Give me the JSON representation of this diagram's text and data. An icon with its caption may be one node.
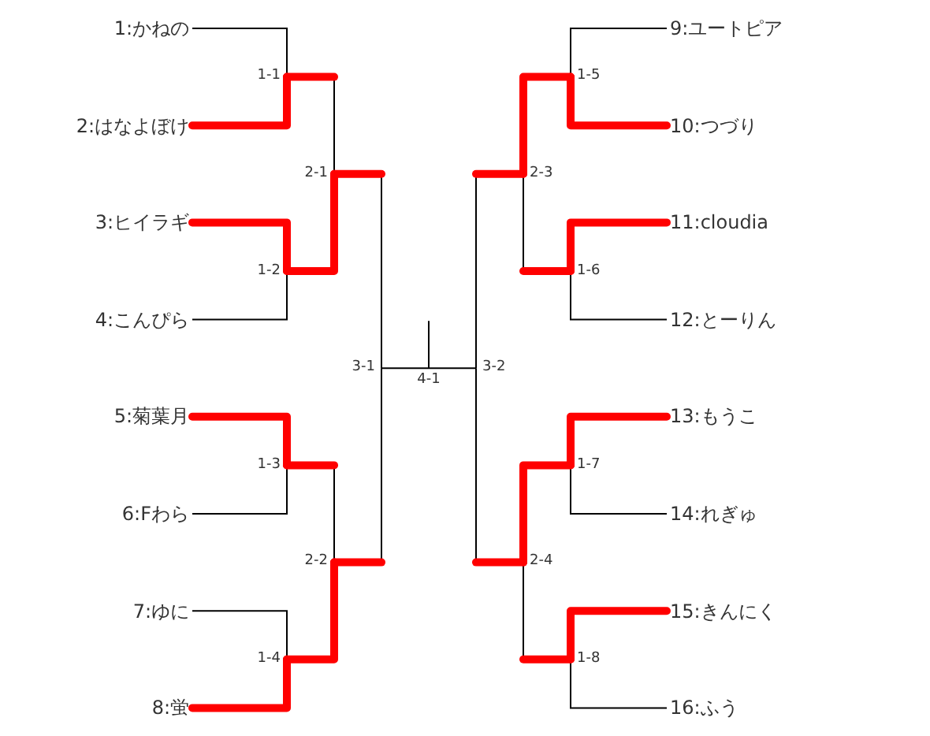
{
  "diagram": {
    "nodes": [
      {
        "text": [
          "1:かねの"
        ]
      },
      {
        "text": [
          "2:はなよぼけ"
        ]
      },
      {
        "text": [
          "3:ヒイラギ"
        ]
      },
      {
        "text": [
          "4:こんぴら"
        ]
      },
      {
        "text": [
          "5:菊葉月"
        ]
      },
      {
        "text": [
          "6:Fわら"
        ]
      },
      {
        "text": [
          "7:ゆに"
        ]
      },
      {
        "text": [
          "8:蛍"
        ]
      },
      {
        "text": [
          "9:ユートピア"
        ]
      },
      {
        "text": [
          "10:つづり"
        ]
      },
      {
        "text": [
          "11:cloudia"
        ]
      },
      {
        "text": [
          "12:とーりん"
        ]
      },
      {
        "text": [
          "13:もうこ"
        ]
      },
      {
        "text": [
          "14:れぎゅ"
        ]
      },
      {
        "text": [
          "15:きんにく"
        ]
      },
      {
        "text": [
          "16:ふう"
        ]
      },
      {
        "text": [
          "1-1"
        ]
      },
      {
        "text": [
          "1-2"
        ]
      },
      {
        "text": [
          "1-3"
        ]
      },
      {
        "text": [
          "1-4"
        ]
      },
      {
        "text": [
          "1-5"
        ]
      },
      {
        "text": [
          "1-6"
        ]
      },
      {
        "text": [
          "1-7"
        ]
      },
      {
        "text": [
          "1-8"
        ]
      },
      {
        "text": [
          "2-1"
        ]
      },
      {
        "text": [
          "2-2"
        ]
      },
      {
        "text": [
          "2-3"
        ]
      },
      {
        "text": [
          "2-4"
        ]
      },
      {
        "text": [
          "3-1"
        ]
      },
      {
        "text": [
          "3-2"
        ]
      },
      {
        "text": [
          "4-1"
        ]
      }
    ],
    "edges": [
      {
        "from": 0,
        "to": 16,
        "arrow": "none"
      },
      {
        "from": 1,
        "to": 16,
        "arrow": "none",
        "style": "thick",
        "color": "#ff0000"
      },
      {
        "from": 2,
        "to": 17,
        "arrow": "none",
        "style": "thick",
        "color": "#ff0000"
      },
      {
        "from": 3,
        "to": 17,
        "arrow": "none"
      },
      {
        "from": 4,
        "to": 18,
        "arrow": "none",
        "style": "thick",
        "color": "#ff0000"
      },
      {
        "from": 5,
        "to": 18,
        "arrow": "none"
      },
      {
        "from": 6,
        "to": 19,
        "arrow": "none"
      },
      {
        "from": 7,
        "to": 19,
        "arrow": "none",
        "style": "thick",
        "color": "#ff0000"
      },
      {
        "from": 8,
        "to": 20,
        "arrow": "none"
      },
      {
        "from": 9,
        "to": 20,
        "arrow": "none",
        "style": "thick",
        "color": "#ff0000"
      },
      {
        "from": 10,
        "to": 21,
        "arrow": "none",
        "style": "thick",
        "color": "#ff0000"
      },
      {
        "from": 11,
        "to": 21,
        "arrow": "none"
      },
      {
        "from": 12,
        "to": 22,
        "arrow": "none",
        "style": "thick",
        "color": "#ff0000"
      },
      {
        "from": 13,
        "to": 22,
        "arrow": "none"
      },
      {
        "from": 14,
        "to": 23,
        "arrow": "none",
        "style": "thick",
        "color": "#ff0000"
      },
      {
        "from": 15,
        "to": 23,
        "arrow": "none"
      },
      {
        "from": 16,
        "to": 24,
        "arrow": "none"
      },
      {
        "from": 17,
        "to": 24,
        "arrow": "none",
        "style": "thick",
        "color": "#ff0000"
      },
      {
        "from": 18,
        "to": 25,
        "arrow": "none"
      },
      {
        "from": 19,
        "to": 25,
        "arrow": "none",
        "style": "thick",
        "color": "#ff0000"
      },
      {
        "from": 20,
        "to": 26,
        "arrow": "none",
        "style": "thick",
        "color": "#ff0000"
      },
      {
        "from": 21,
        "to": 26,
        "arrow": "none"
      },
      {
        "from": 22,
        "to": 27,
        "arrow": "none",
        "style": "thick",
        "color": "#ff0000"
      },
      {
        "from": 23,
        "to": 27,
        "arrow": "none"
      },
      {
        "from": 24,
        "to": 28,
        "arrow": "none"
      },
      {
        "from": 25,
        "to": 28,
        "arrow": "none"
      },
      {
        "from": 26,
        "to": 29,
        "arrow": "none"
      },
      {
        "from": 27,
        "to": 29,
        "arrow": "none"
      },
      {
        "from": 28,
        "to": 30,
        "arrow": "none"
      },
      {
        "from": 29,
        "to": 30,
        "arrow": "none"
      }
    ]
  }
}
